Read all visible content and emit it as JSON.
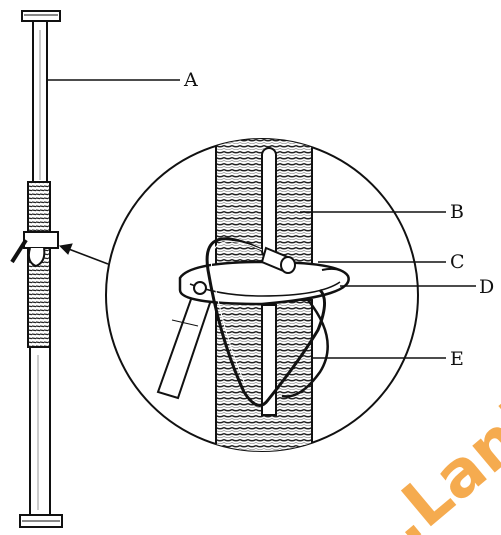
{
  "labels": {
    "a": "A",
    "b": "B",
    "c": "C",
    "d": "D",
    "e": "E"
  },
  "watermark": {
    "text": ".Lanka"
  },
  "colors": {
    "line": "#111111",
    "watermark": "#f5a23c"
  }
}
